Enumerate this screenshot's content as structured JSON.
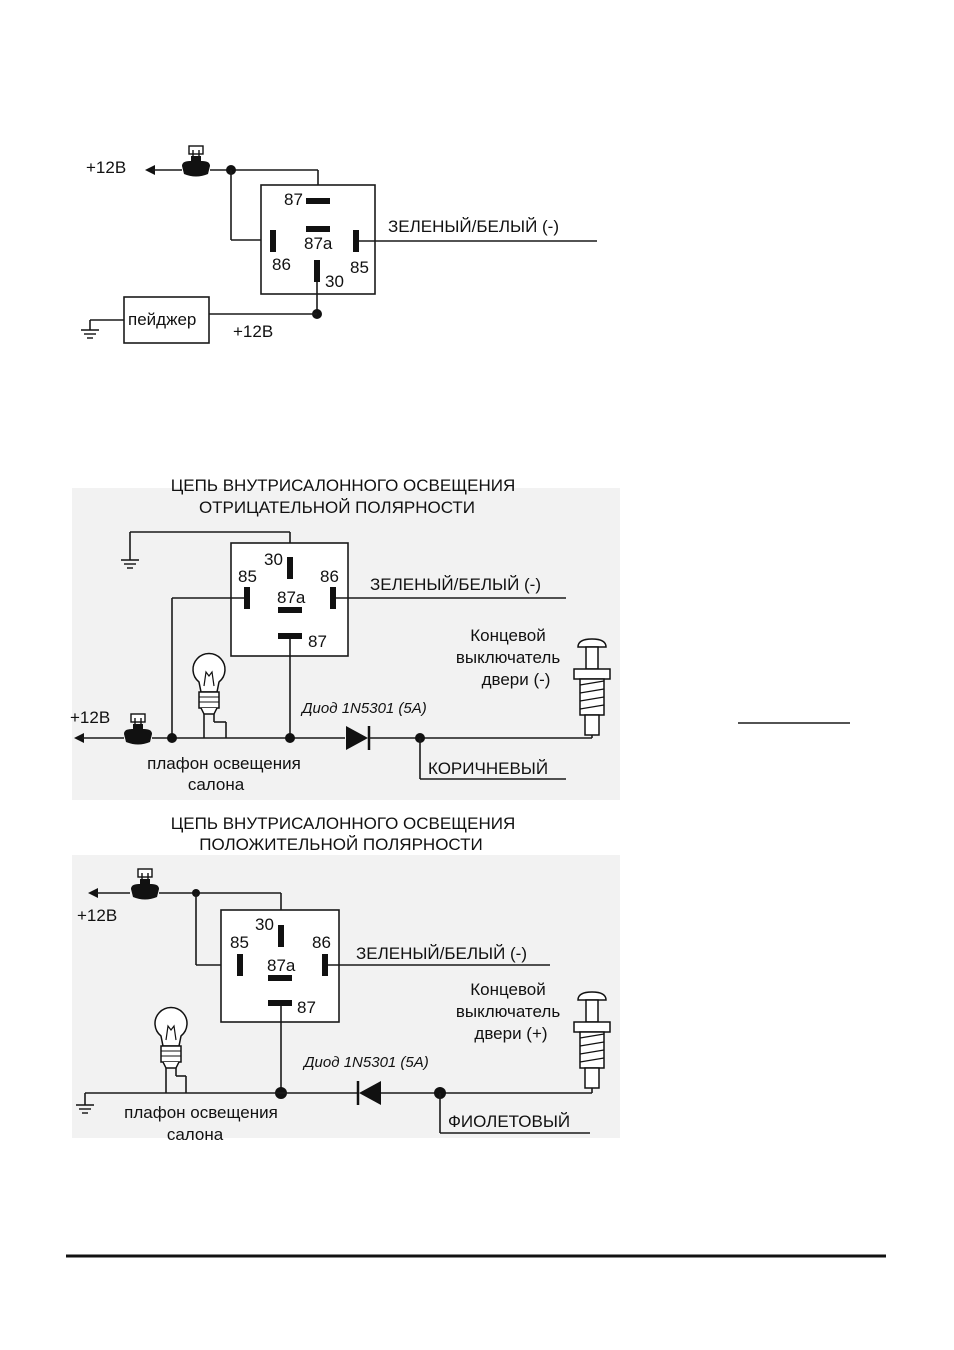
{
  "diagram1": {
    "supply_label": "+12В",
    "relay_pins": {
      "p87": "87",
      "p87a": "87a",
      "p86": "86",
      "p85": "85",
      "p30": "30"
    },
    "control_wire_label": "ЗЕЛЕНЫЙ/БЕЛЫЙ (-)",
    "pager_label": "пейджер",
    "pager_supply_label": "+12В"
  },
  "diagram2": {
    "title_line1": "ЦЕПЬ ВНУТРИСАЛОННОГО ОСВЕЩЕНИЯ",
    "title_line2": "ОТРИЦАТЕЛЬНОЙ ПОЛЯРНОСТИ",
    "relay_pins": {
      "p30": "30",
      "p85": "85",
      "p86": "86",
      "p87a": "87a",
      "p87": "87"
    },
    "control_wire_label": "ЗЕЛЕНЫЙ/БЕЛЫЙ (-)",
    "switch_label_line1": "Концевой",
    "switch_label_line2": "выключатель",
    "switch_label_line3": "двери (-)",
    "supply_label": "+12В",
    "diode_label": "Диод 1N5301 (5A)",
    "lamp_label_line1": "плафон освещения",
    "lamp_label_line2": "салона",
    "wire_color_label": "КОРИЧНЕВЫЙ"
  },
  "diagram3": {
    "title_line1": "ЦЕПЬ ВНУТРИСАЛОННОГО ОСВЕЩЕНИЯ",
    "title_line2": "ПОЛОЖИТЕЛЬНОЙ ПОЛЯРНОСТИ",
    "supply_label": "+12В",
    "relay_pins": {
      "p30": "30",
      "p85": "85",
      "p86": "86",
      "p87a": "87a",
      "p87": "87"
    },
    "control_wire_label": "ЗЕЛЕНЫЙ/БЕЛЫЙ (-)",
    "switch_label_line1": "Концевой",
    "switch_label_line2": "выключатель",
    "switch_label_line3": "двери (+)",
    "diode_label": "Диод 1N5301 (5A)",
    "lamp_label_line1": "плафон освещения",
    "lamp_label_line2": "салона",
    "wire_color_label": "ФИОЛЕТОВЫЙ"
  },
  "colors": {
    "ink": "#1a1a1a",
    "panel": "#f2f2f2",
    "paper": "#ffffff"
  }
}
